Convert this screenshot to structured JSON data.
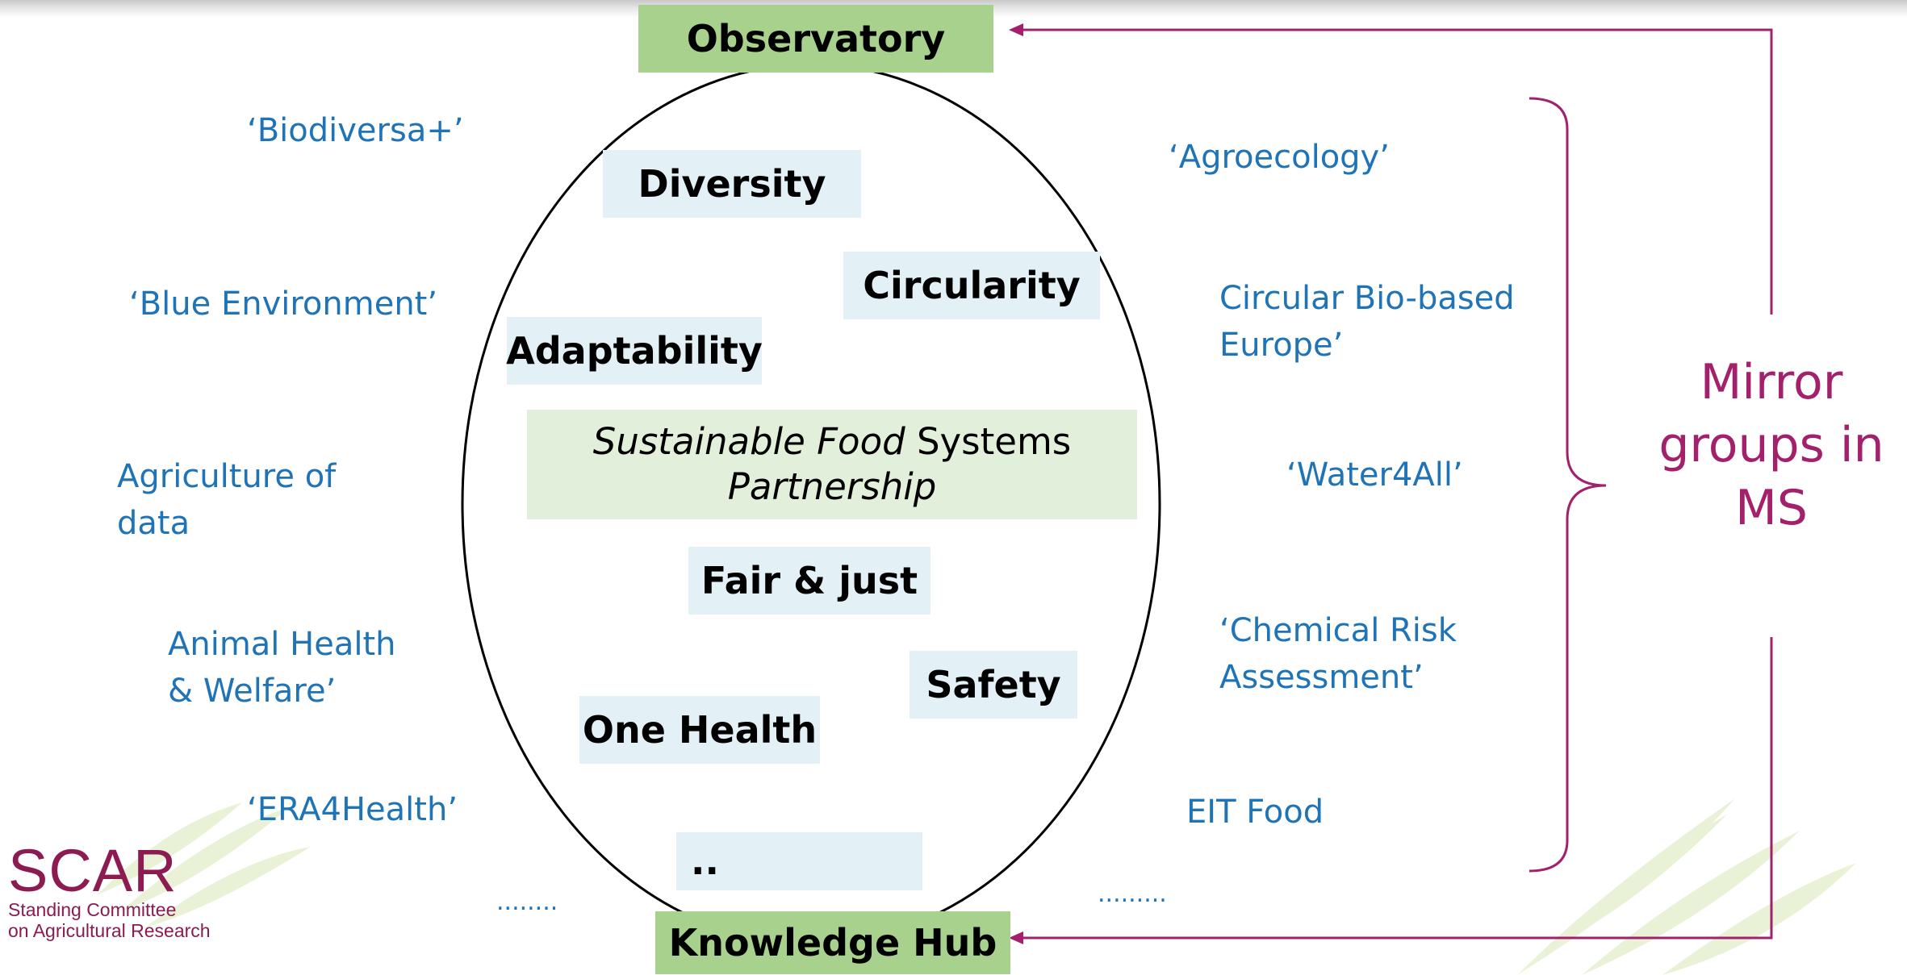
{
  "top_node": "Observatory",
  "bottom_node": "Knowledge Hub",
  "center": {
    "line1_italic": "Sustainable Food",
    "line1_rest": " Systems",
    "line2_italic": "Partnership"
  },
  "themes": {
    "diversity": "Diversity",
    "circularity": "Circularity",
    "adaptability": "Adaptability",
    "fair": "Fair & just",
    "safety": "Safety",
    "one_health": "One Health",
    "more": ".."
  },
  "left_partnerships": {
    "biodiversa": "‘Biodiversa+’",
    "blue": "‘Blue Environment’",
    "agri_data": "Agriculture of\ndata",
    "animal": "Animal Health\n& Welfare’",
    "era4health": "‘ERA4Health’",
    "dots": "........"
  },
  "right_partnerships": {
    "agroecology": "‘Agroecology’",
    "cbe": "Circular Bio-based\nEurope’",
    "water": "‘Water4All’",
    "chemical": "‘Chemical Risk\nAssessment’",
    "eit": "EIT Food",
    "dots": "........."
  },
  "mirror_label": "Mirror\ngroups in\nMS",
  "logo": {
    "name": "SCAR",
    "line1": "Standing Committee",
    "line2": "on Agricultural Research"
  },
  "colors": {
    "partner_text": "#1f73b7",
    "mirror": "#a3206c",
    "node_green": "#a9d18e",
    "theme_bg": "#e3f1f7",
    "center_bg": "#e2efda"
  }
}
